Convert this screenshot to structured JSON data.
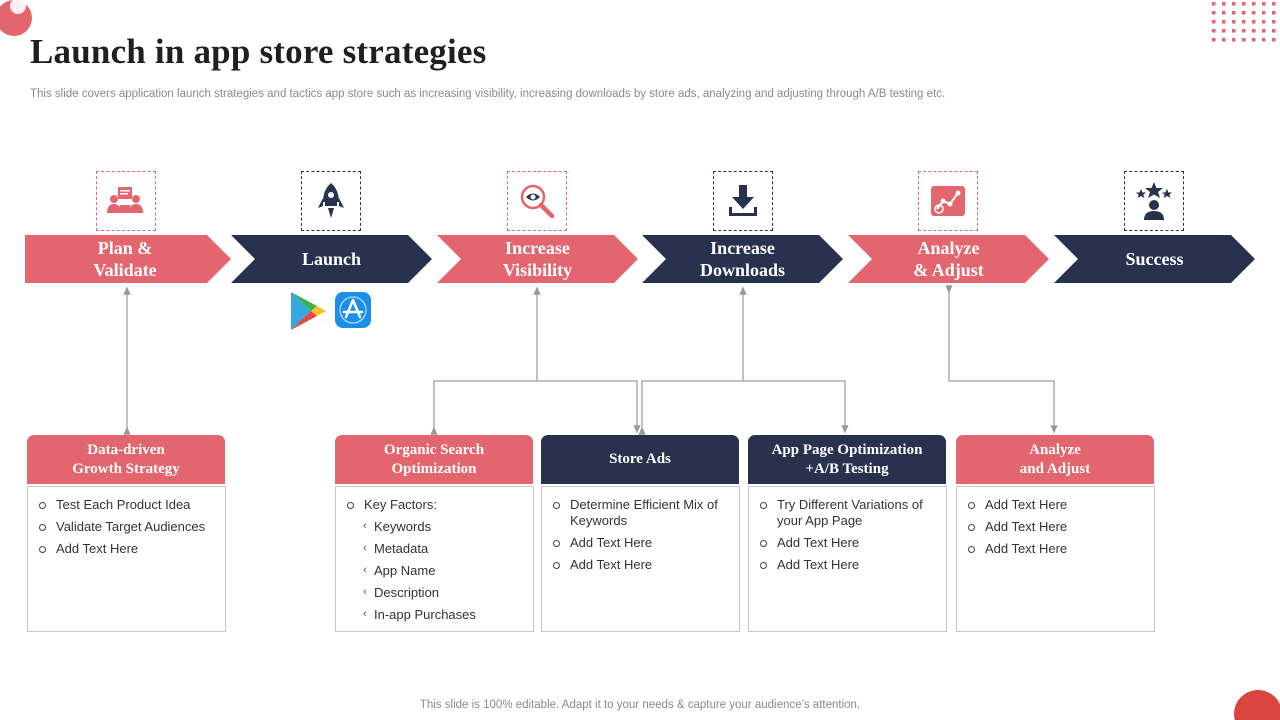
{
  "title": "Launch in app store strategies",
  "subtitle": "This slide covers application launch strategies and tactics app store such as increasing visibility, increasing downloads by store ads, analyzing and adjusting through A/B testing etc.",
  "footer": "This slide is 100% editable. Adapt it to your needs & capture your audience’s attention.",
  "colors": {
    "pink": "#e3666f",
    "navy": "#28324f"
  },
  "stages": [
    {
      "line1": "Plan &",
      "line2": "Validate",
      "icon": "team-board-icon"
    },
    {
      "line1": "Launch",
      "line2": "",
      "icon": "rocket-icon"
    },
    {
      "line1": "Increase",
      "line2": "Visibility",
      "icon": "magnifier-eye-icon"
    },
    {
      "line1": "Increase",
      "line2": "Downloads",
      "icon": "download-icon"
    },
    {
      "line1": "Analyze",
      "line2": "& Adjust",
      "icon": "analytics-icon"
    },
    {
      "line1": "Success",
      "line2": "",
      "icon": "star-person-icon"
    }
  ],
  "store_icons": [
    "google-play-icon",
    "app-store-icon"
  ],
  "cards": [
    {
      "title1": "Data-driven",
      "title2": "Growth Strategy",
      "items": [
        "Test Each Product Idea",
        "Validate Target Audiences",
        "Add Text Here"
      ]
    },
    {
      "title1": "Organic Search",
      "title2": "Optimization",
      "lead": "Key Factors:",
      "subitems": [
        "Keywords",
        "Metadata",
        "App Name",
        "Description",
        "In-app Purchases"
      ]
    },
    {
      "title1": "Store Ads",
      "title2": "",
      "items": [
        "Determine Efficient Mix of Keywords",
        "Add Text Here",
        "Add Text Here"
      ]
    },
    {
      "title1": "App Page Optimization",
      "title2": "+A/B Testing",
      "items": [
        "Try Different Variations of your App Page",
        "Add Text Here",
        "Add Text Here"
      ]
    },
    {
      "title1": "Analyze",
      "title2": "and Adjust",
      "items": [
        "Add  Text Here",
        "Add  Text Here",
        "Add Text Here"
      ]
    }
  ]
}
